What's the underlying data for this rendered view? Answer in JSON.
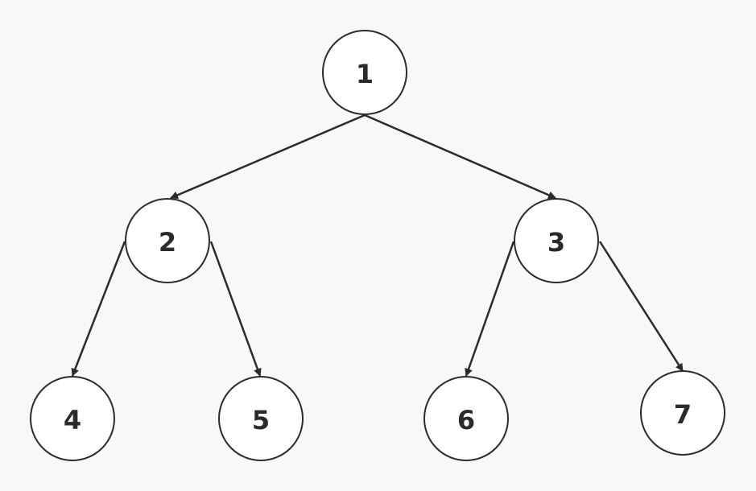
{
  "colors": {
    "background": "#f8f8f8",
    "node_fill": "#ffffff",
    "stroke": "#2b2b2b",
    "text": "#2b2b2b"
  },
  "tree": {
    "nodes": [
      {
        "id": "n1",
        "label": "1"
      },
      {
        "id": "n2",
        "label": "2"
      },
      {
        "id": "n3",
        "label": "3"
      },
      {
        "id": "n4",
        "label": "4"
      },
      {
        "id": "n5",
        "label": "5"
      },
      {
        "id": "n6",
        "label": "6"
      },
      {
        "id": "n7",
        "label": "7"
      }
    ],
    "edges": [
      {
        "from": "n1",
        "to": "n2"
      },
      {
        "from": "n1",
        "to": "n3"
      },
      {
        "from": "n2",
        "to": "n4"
      },
      {
        "from": "n2",
        "to": "n5"
      },
      {
        "from": "n3",
        "to": "n6"
      },
      {
        "from": "n3",
        "to": "n7"
      }
    ]
  }
}
